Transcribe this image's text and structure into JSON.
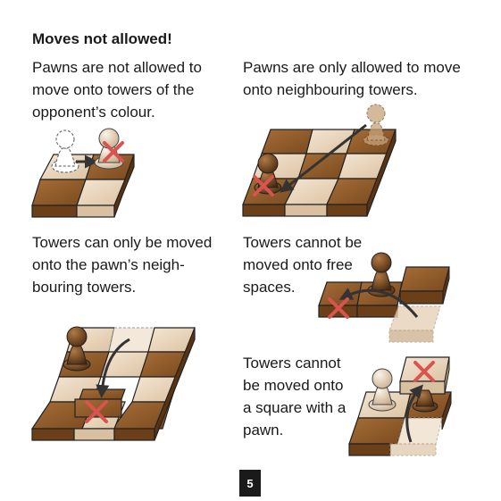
{
  "title": "Moves not allowed!",
  "rules": [
    {
      "lines": [
        "Pawns are not allowed to",
        "move onto towers of the",
        "opponent’s colour."
      ]
    },
    {
      "lines": [
        "Pawns are only allowed to move",
        "onto neighbouring towers."
      ]
    },
    {
      "lines": [
        "Towers can only be moved",
        "onto the pawn’s neigh-",
        "bouring towers."
      ]
    },
    {
      "lines": [
        "Towers cannot be",
        "moved onto free",
        "spaces."
      ]
    },
    {
      "lines": [
        "Towers cannot",
        "be moved onto",
        "a square with a",
        "pawn."
      ]
    }
  ],
  "page_number": "5",
  "colors": {
    "dark_wood": "#8a5a2b",
    "light_wood": "#ecd9c0",
    "cross": "#d9534f",
    "text": "#1a1a1a"
  }
}
